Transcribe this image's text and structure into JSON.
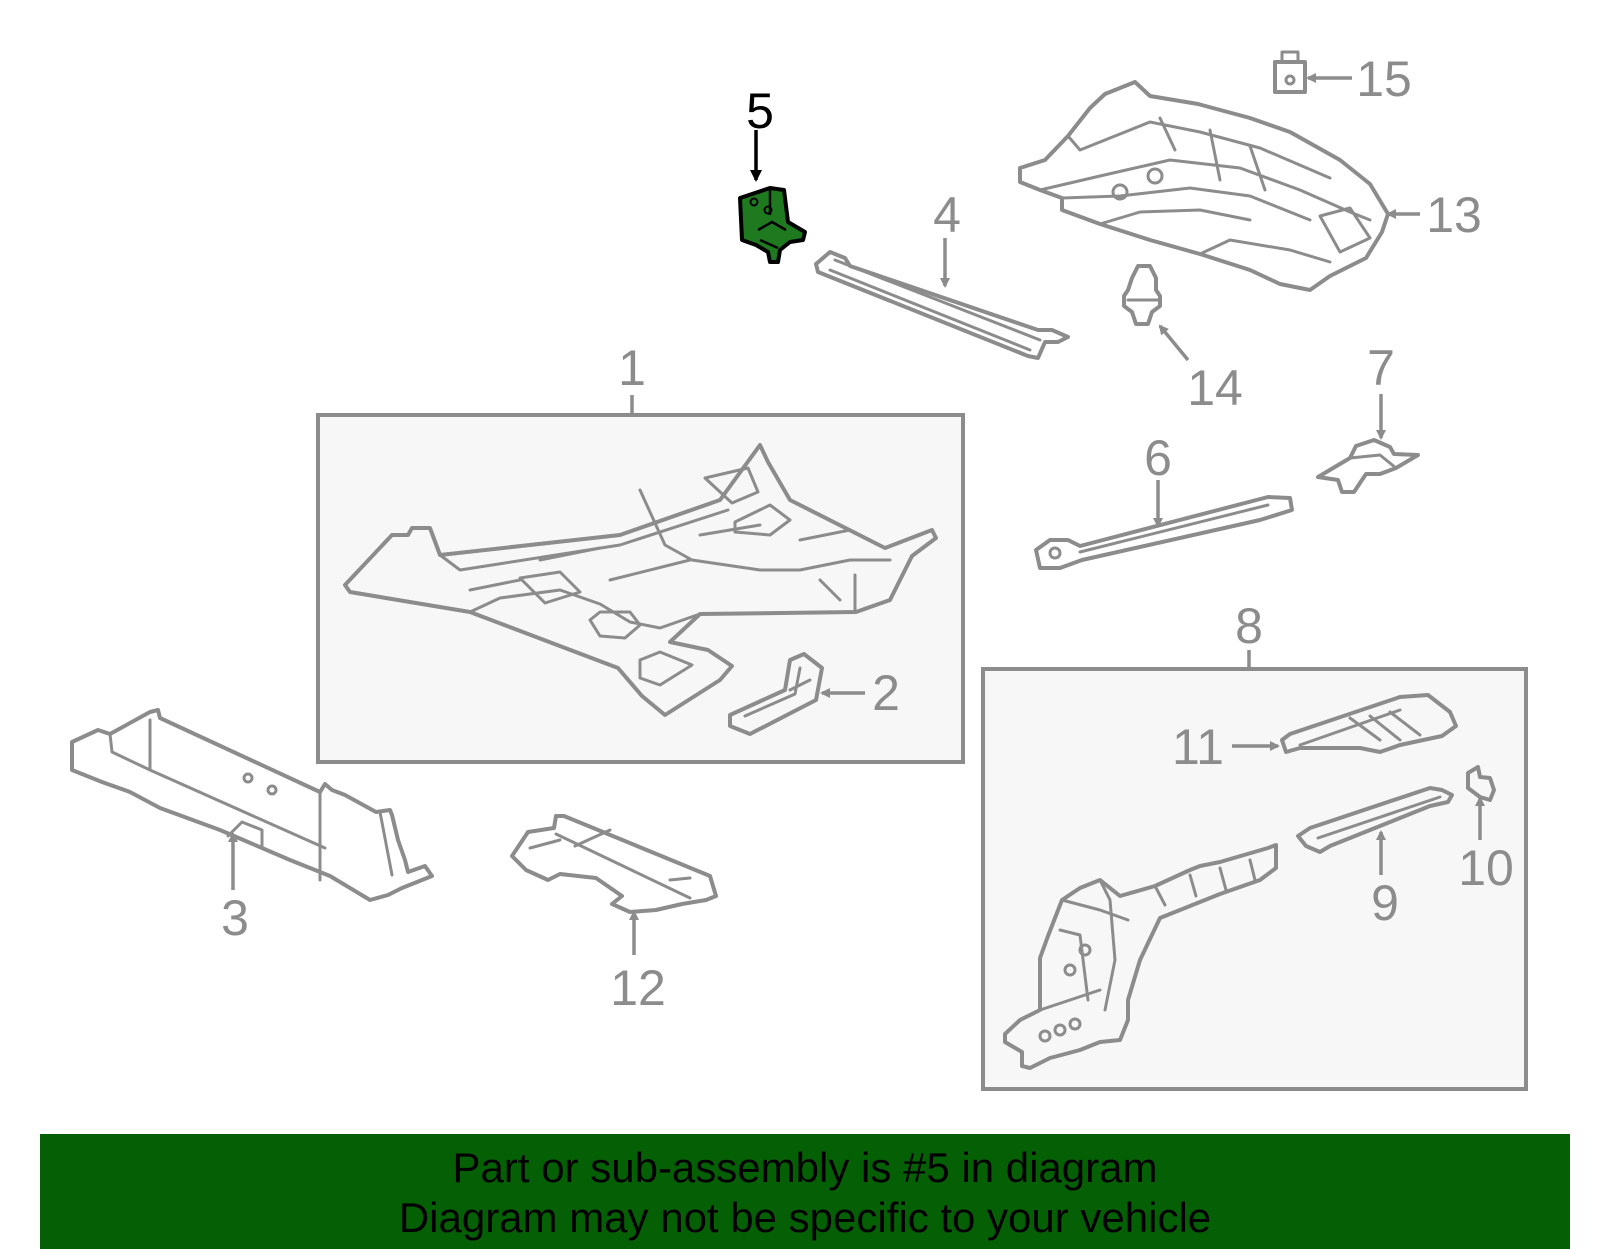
{
  "diagram": {
    "callouts": [
      "1",
      "2",
      "3",
      "4",
      "5",
      "6",
      "7",
      "8",
      "9",
      "10",
      "11",
      "12",
      "13",
      "14",
      "15"
    ],
    "highlighted_part": "5",
    "colors": {
      "outline": "#8c8c8c",
      "highlight_fill": "#1f7a1f",
      "box_fill": "#f7f7f7",
      "banner": "#056005"
    }
  },
  "banner": {
    "line1": "Part or sub-assembly is #5 in diagram",
    "line2": "Diagram may not be specific to your vehicle"
  }
}
